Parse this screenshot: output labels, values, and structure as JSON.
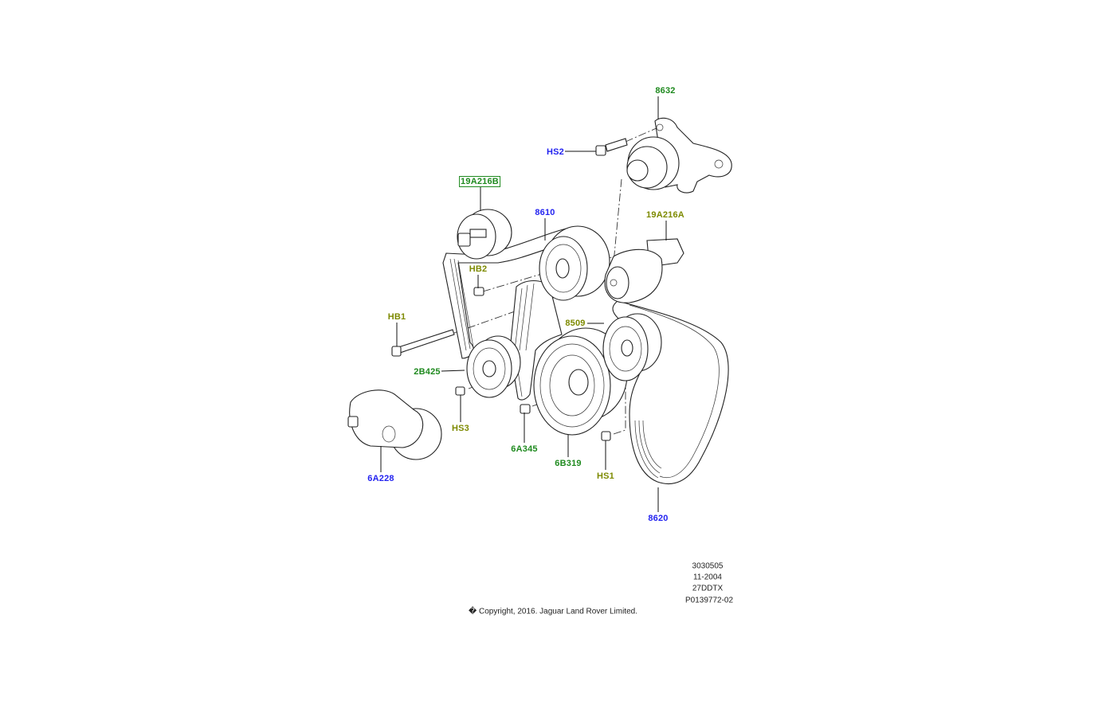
{
  "diagram": {
    "callouts": [
      {
        "id": "8632",
        "color": "green"
      },
      {
        "id": "HS2",
        "color": "blue"
      },
      {
        "id": "19A216B",
        "color": "green",
        "boxed": true
      },
      {
        "id": "8610",
        "color": "blue"
      },
      {
        "id": "19A216A",
        "color": "olive"
      },
      {
        "id": "HB2",
        "color": "olive"
      },
      {
        "id": "HB1",
        "color": "olive"
      },
      {
        "id": "8509",
        "color": "olive"
      },
      {
        "id": "2B425",
        "color": "green"
      },
      {
        "id": "HS3",
        "color": "olive"
      },
      {
        "id": "6A345",
        "color": "green"
      },
      {
        "id": "6B319",
        "color": "green"
      },
      {
        "id": "HS1",
        "color": "olive"
      },
      {
        "id": "6A228",
        "color": "blue"
      },
      {
        "id": "8620",
        "color": "blue"
      }
    ],
    "colors": {
      "green": "#1f8a1f",
      "olive": "#7d8a00",
      "blue": "#2323f0"
    }
  },
  "footer": {
    "ref_number": "3030505",
    "date": "11-2004",
    "model_code": "27DDTX",
    "illustration_id": "P0139772-02",
    "copyright": "� Copyright, 2016. Jaguar Land Rover Limited."
  }
}
